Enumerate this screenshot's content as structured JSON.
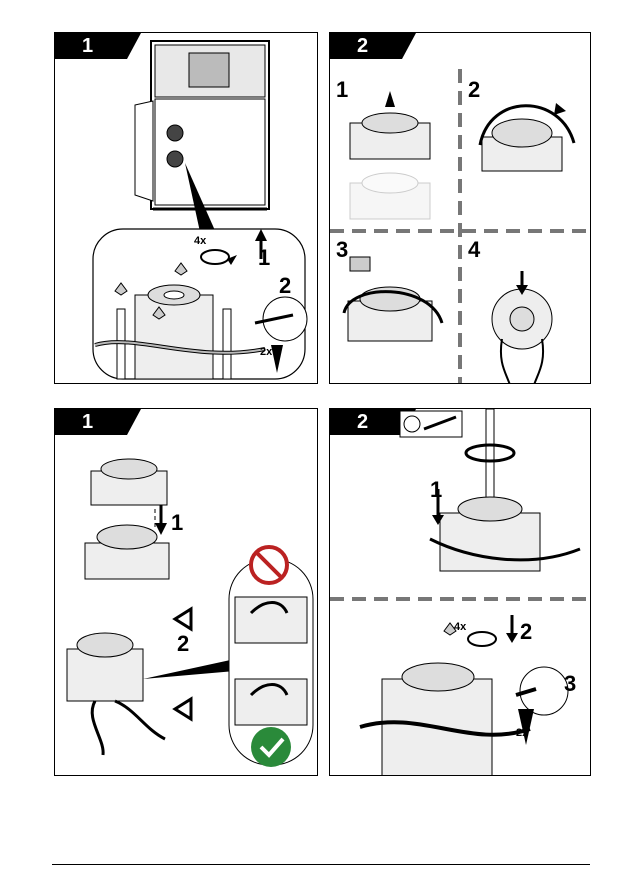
{
  "panels": [
    {
      "tab": "1",
      "labels": {
        "step1": "1",
        "step2": "2",
        "count4x": "4x",
        "count2x": "2x"
      }
    },
    {
      "tab": "2",
      "labels": {
        "q1": "1",
        "q2": "2",
        "q3": "3",
        "q4": "4"
      }
    },
    {
      "tab": "1",
      "labels": {
        "step1": "1",
        "step2": "2"
      }
    },
    {
      "tab": "2",
      "labels": {
        "step1": "1",
        "step2": "2",
        "step3": "3",
        "count4x": "4x",
        "count2x": "2x"
      }
    }
  ]
}
